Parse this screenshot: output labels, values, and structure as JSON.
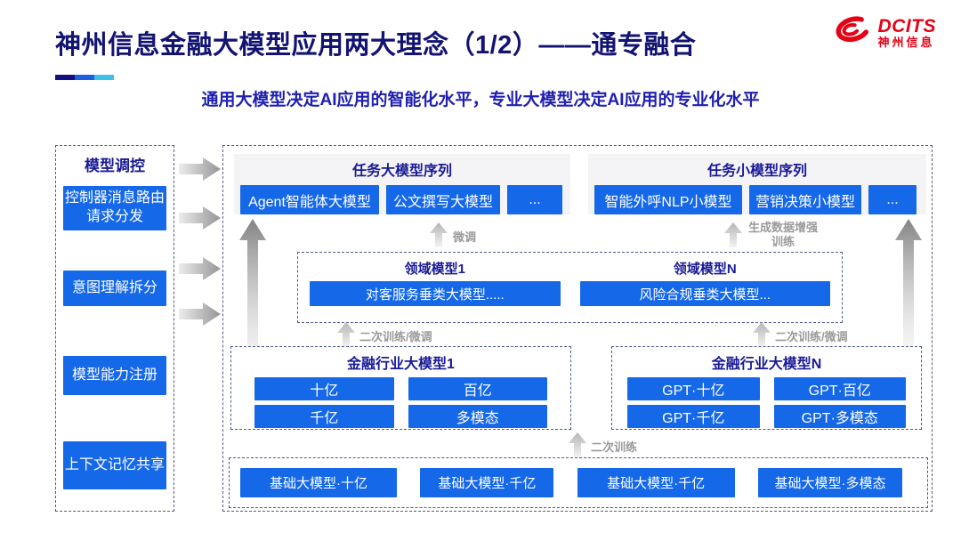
{
  "header": {
    "title": "神州信息金融大模型应用两大理念（1/2）——通专融合",
    "subtitle": "通用大模型决定AI应用的智能化水平，专业大模型决定AI应用的专业化水平",
    "logo_text": "DCITS",
    "logo_subtext": "神州信息",
    "accent_bars": [
      "#10107E",
      "#1E5EE0",
      "#3EC0E8"
    ]
  },
  "colors": {
    "node_blue": "#1568E8",
    "title_navy": "#131372",
    "subtitle_blue": "#2020B0",
    "logo_red": "#E60114",
    "label_gray": "#9a9a9a"
  },
  "sidebar": {
    "title": "模型调控",
    "items": [
      "控制器消息路由请求分发",
      "意图理解拆分",
      "模型能力注册",
      "上下文记忆共享"
    ]
  },
  "task_large": {
    "title": "任务大模型序列",
    "items": [
      "Agent智能体大模型",
      "公文撰写大模型",
      "..."
    ]
  },
  "task_small": {
    "title": "任务小模型序列",
    "items": [
      "智能外呼NLP小模型",
      "营销决策小模型",
      "..."
    ]
  },
  "labels": {
    "finetune": "微调",
    "gen_data_training": "生成数据增强训练",
    "retrain_finetune_left": "二次训练/微调",
    "retrain_finetune_right": "二次训练/微调",
    "retrain": "二次训练"
  },
  "domain_models": [
    {
      "title": "领域模型1",
      "item": "对客服务垂类大模型....."
    },
    {
      "title": "领域模型N",
      "item": "风险合规垂类大模型..."
    }
  ],
  "industry_models": [
    {
      "title": "金融行业大模型1",
      "items": [
        "十亿",
        "百亿",
        "千亿",
        "多模态"
      ]
    },
    {
      "title": "金融行业大模型N",
      "items": [
        "GPT·十亿",
        "GPT·百亿",
        "GPT·千亿",
        "GPT·多模态"
      ]
    }
  ],
  "foundation_models": {
    "items": [
      "基础大模型·十亿",
      "基础大模型·千亿",
      "基础大模型·千亿",
      "基础大模型·多模态"
    ]
  }
}
